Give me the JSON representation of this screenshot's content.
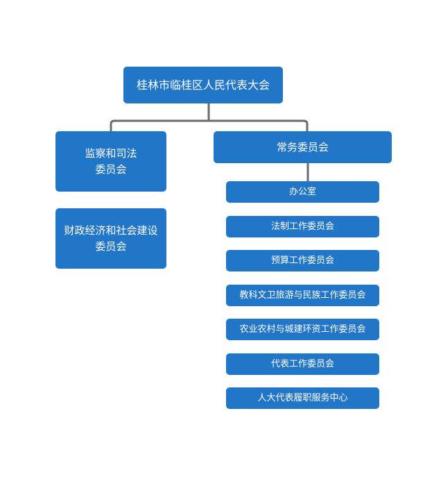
{
  "chart": {
    "root": "桂林市临桂区人民代表大会",
    "left_committees": [
      "监察和司法\n委员会",
      "财政经济和社会建设\n委员会"
    ],
    "standing_committee": "常务委员会",
    "standing_committee_units": [
      "办公室",
      "法制工作委员会",
      "预算工作委员会",
      "教科文卫旅游与民族工作委员会",
      "农业农村与城建环资工作委员会",
      "代表工作委员会",
      "人大代表履职服务中心"
    ]
  },
  "colors": {
    "box": "#2176c7",
    "text": "#ffffff",
    "connector": "#6b6b6b"
  }
}
